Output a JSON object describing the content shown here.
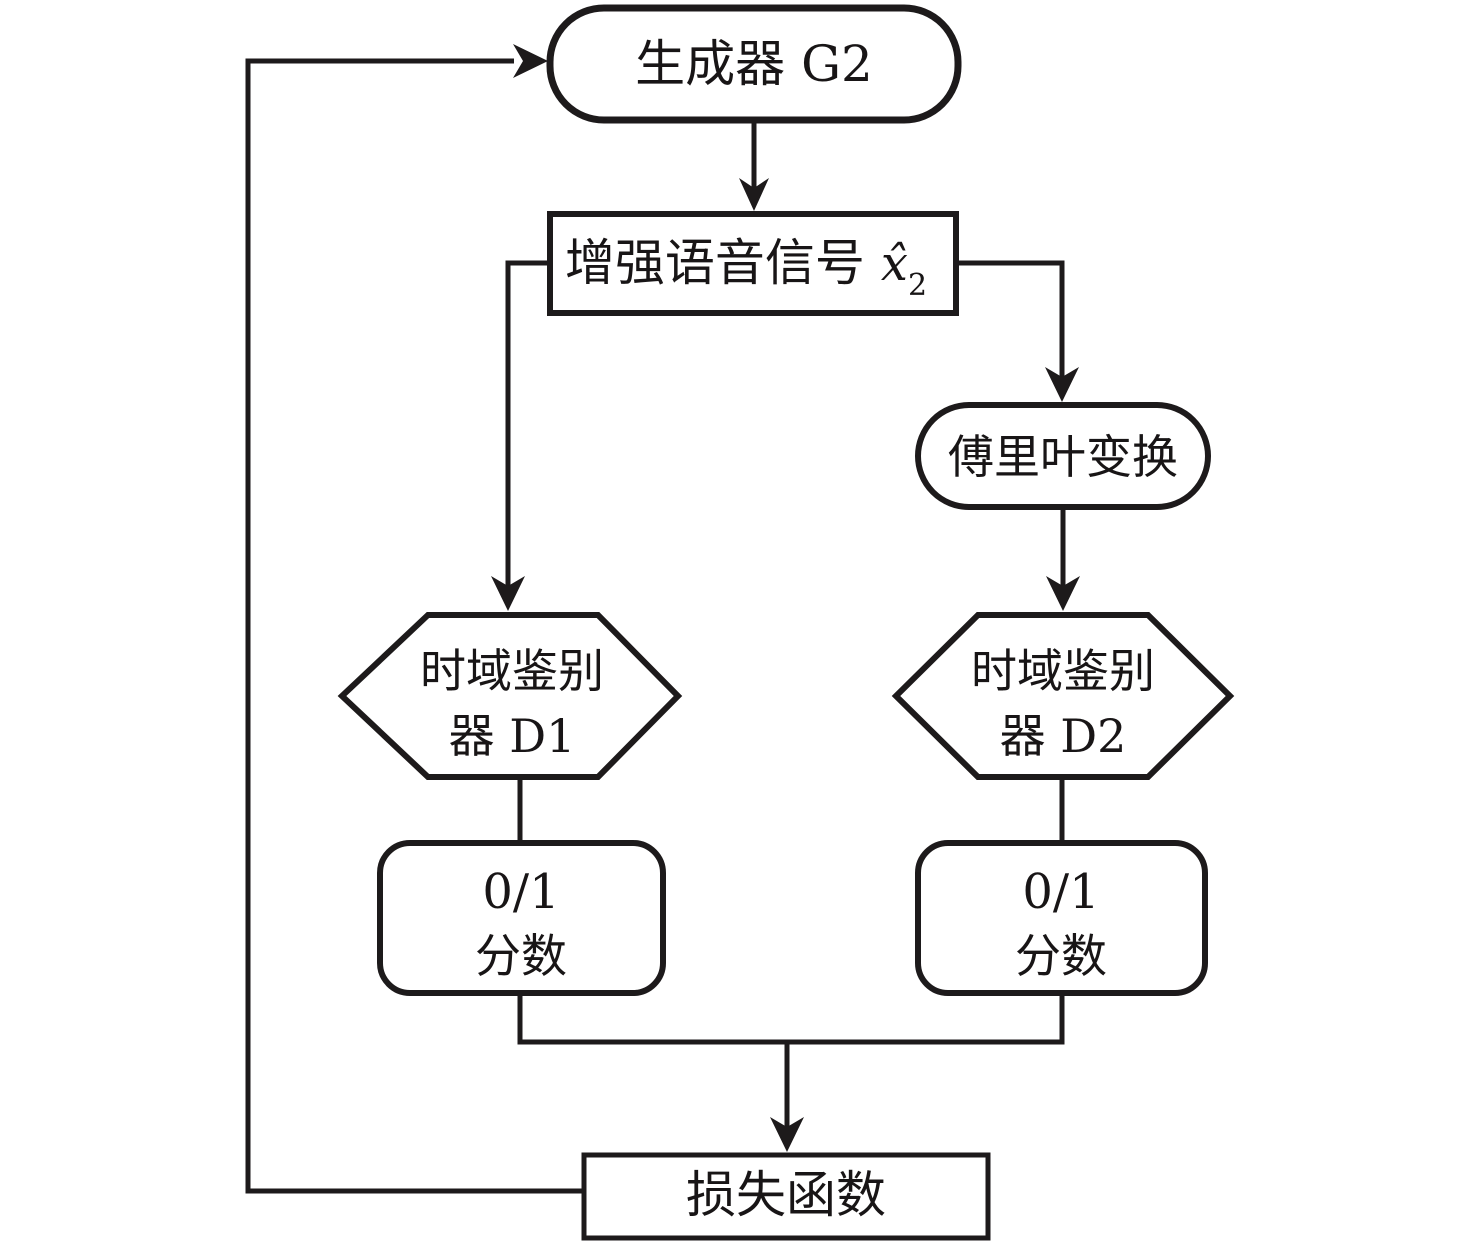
{
  "diagram": {
    "background": "#ffffff",
    "stroke_color": "#1d1a1b",
    "text_color": "#181516",
    "nodes": {
      "generator": {
        "label": "生成器 G2"
      },
      "enhanced_signal": {
        "label": "增强语音信号",
        "variable": "x̂",
        "subscript": "2"
      },
      "fourier": {
        "label": "傅里叶变换"
      },
      "discriminator_d1": {
        "line1": "时域鉴别",
        "line2": "器 D1"
      },
      "discriminator_d2": {
        "line1": "时域鉴别",
        "line2": "器 D2"
      },
      "score_d1": {
        "line1": "0/1",
        "line2": "分数"
      },
      "score_d2": {
        "line1": "0/1",
        "line2": "分数"
      },
      "loss": {
        "label": "损失函数"
      }
    }
  }
}
